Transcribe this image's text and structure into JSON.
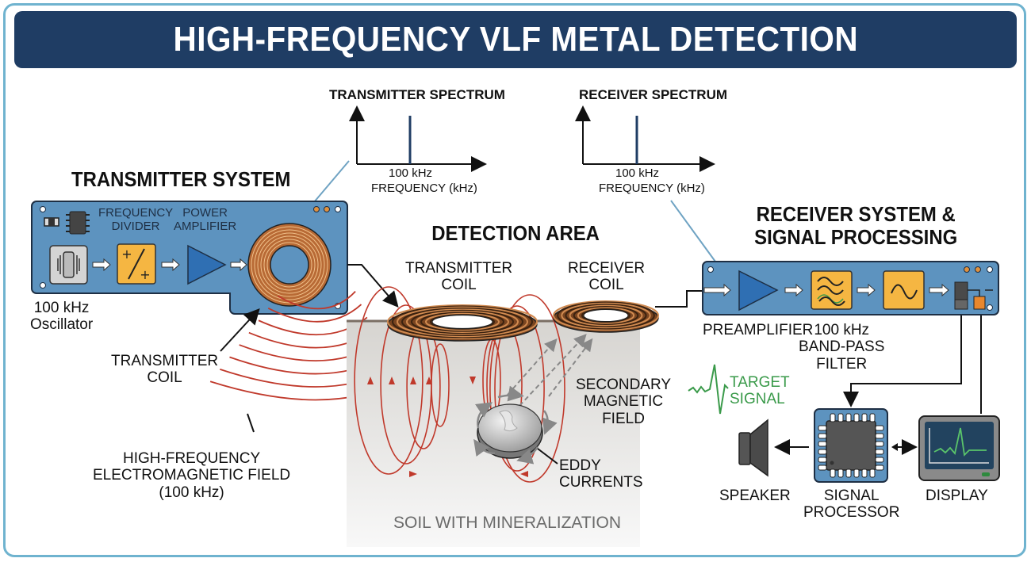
{
  "title": "HIGH-FREQUENCY VLF METAL DETECTION",
  "colors": {
    "title_bg": "#1f3d64",
    "frame_border": "#6fb3cf",
    "panel_bg": "#5d93bf",
    "block_yellow": "#f5b642",
    "amp_blue": "#2f6fb3",
    "field_red": "#c0392b",
    "coil_copper": "#b86a35",
    "signal_green": "#3a9a4a",
    "soil_gray": "#d8d6d2"
  },
  "transmitter_spectrum": {
    "title": "TRANSMITTER SPECTRUM",
    "peak_label": "100 kHz",
    "axis_label": "FREQUENCY (kHz)"
  },
  "receiver_spectrum": {
    "title": "RECEIVER SPECTRUM",
    "peak_label": "100 kHz",
    "axis_label": "FREQUENCY (kHz)"
  },
  "transmitter": {
    "heading": "TRANSMITTER SYSTEM",
    "freq_divider": [
      "FREQUENCY",
      "DIVIDER"
    ],
    "power_amp": [
      "POWER",
      "AMPLIFIER"
    ],
    "oscillator": [
      "100 kHz",
      "Oscillator"
    ],
    "coil_label": [
      "TRANSMITTER",
      "COIL"
    ],
    "field_label": [
      "HIGH-FREQUENCY",
      "ELECTROMAGNETIC FIELD",
      "(100 kHz)"
    ]
  },
  "detection": {
    "heading": "DETECTION AREA",
    "tx_coil": [
      "TRANSMITTER",
      "COIL"
    ],
    "rx_coil": [
      "RECEIVER",
      "COIL"
    ],
    "secondary": [
      "SECONDARY",
      "MAGNETIC",
      "FIELD"
    ],
    "eddy": [
      "EDDY",
      "CURRENTS"
    ],
    "soil": "SOIL WITH MINERALIZATION"
  },
  "receiver": {
    "heading": [
      "RECEIVER SYSTEM &",
      "SIGNAL PROCESSING"
    ],
    "preamp": "PREAMPLIFIER",
    "bandpass": [
      "100 kHz",
      "BAND-PASS",
      "FILTER"
    ],
    "target_signal": [
      "TARGET",
      "SIGNAL"
    ],
    "speaker": "SPEAKER",
    "processor": [
      "SIGNAL",
      "PROCESSOR"
    ],
    "display": "DISPLAY"
  }
}
